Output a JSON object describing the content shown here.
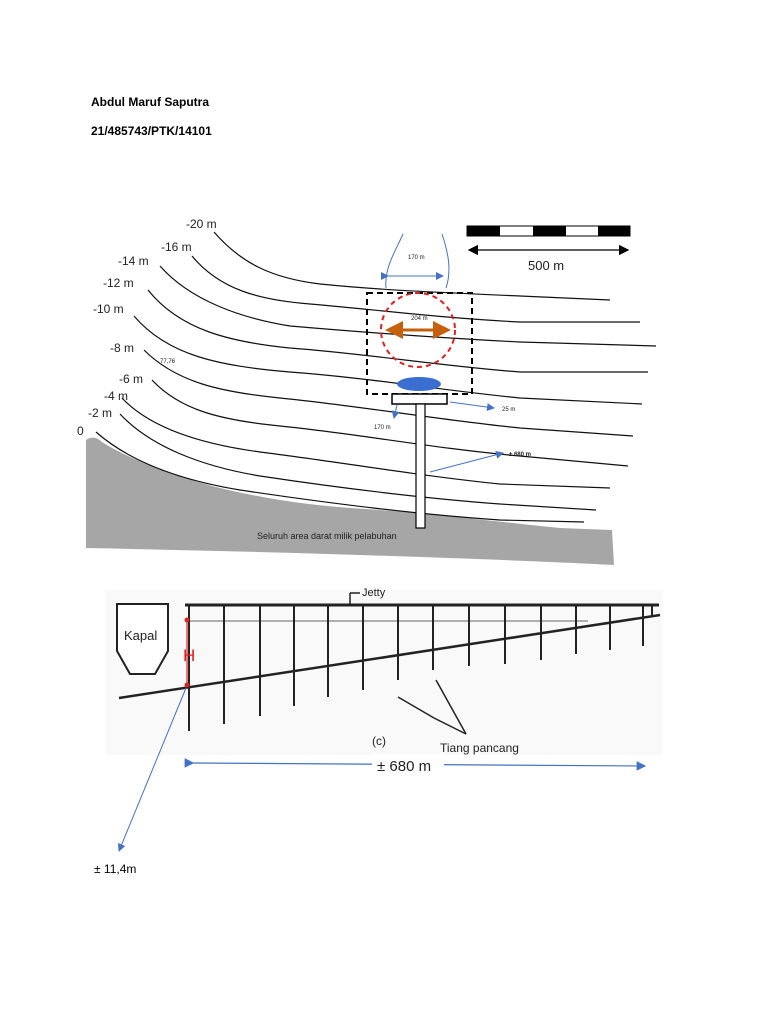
{
  "header": {
    "author_name": "Abdul Maruf Saputra",
    "student_id": "21/485743/PTK/14101"
  },
  "contour_map": {
    "depth_labels": [
      "-20 m",
      "-16 m",
      "-14 m",
      "-12 m",
      "-10 m",
      "-8 m",
      "-6 m",
      "-4 m",
      "-2 m",
      "0"
    ],
    "small_value_label": "77,76",
    "scale_label": "500 m",
    "width_top_label": "170 m",
    "turning_circle_label": "204 m",
    "offset_label": "25 m",
    "width_bottom_label": "170 m",
    "trestle_length_label": "± 680 m",
    "land_label": "Seluruh area darat milik pelabuhan",
    "colors": {
      "land": "#a6a6a6",
      "turning_circle": "#e02020",
      "arrow": "#c5600f",
      "vessel": "#3a6fd1",
      "dimension": "#4472c4"
    }
  },
  "section": {
    "ship_label": "Kapal",
    "height_label": "H",
    "jetty_label": "Jetty",
    "figure_label": "(c)",
    "pile_label": "Tiang pancang",
    "length_label": "± 680 m"
  },
  "bottom_note": "± 11,4m"
}
